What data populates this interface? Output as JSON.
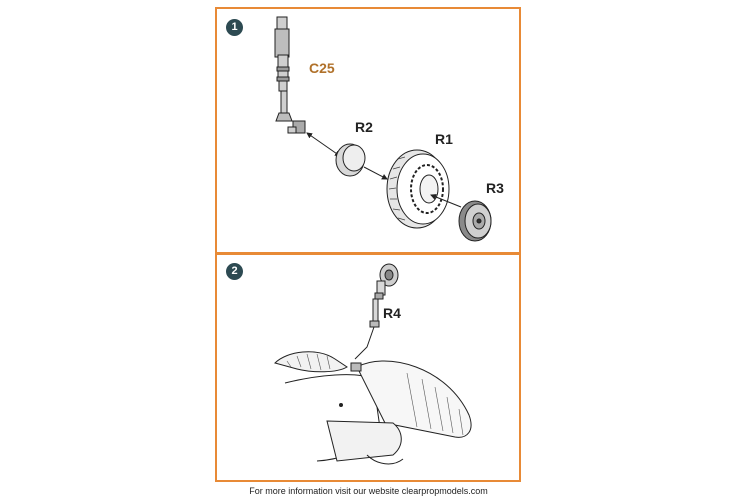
{
  "steps": [
    {
      "number": "1",
      "parts": [
        {
          "id": "C25",
          "label": "C25",
          "color": "#b0712a"
        },
        {
          "id": "R2",
          "label": "R2"
        },
        {
          "id": "R1",
          "label": "R1"
        },
        {
          "id": "R3",
          "label": "R3"
        }
      ]
    },
    {
      "number": "2",
      "parts": [
        {
          "id": "R4",
          "label": "R4"
        }
      ]
    }
  ],
  "footer": "For more information visit our website clearpropmodels.com",
  "colors": {
    "frame": "#e88a36",
    "step_badge": "#2d4a52",
    "c25_label": "#b0712a"
  }
}
